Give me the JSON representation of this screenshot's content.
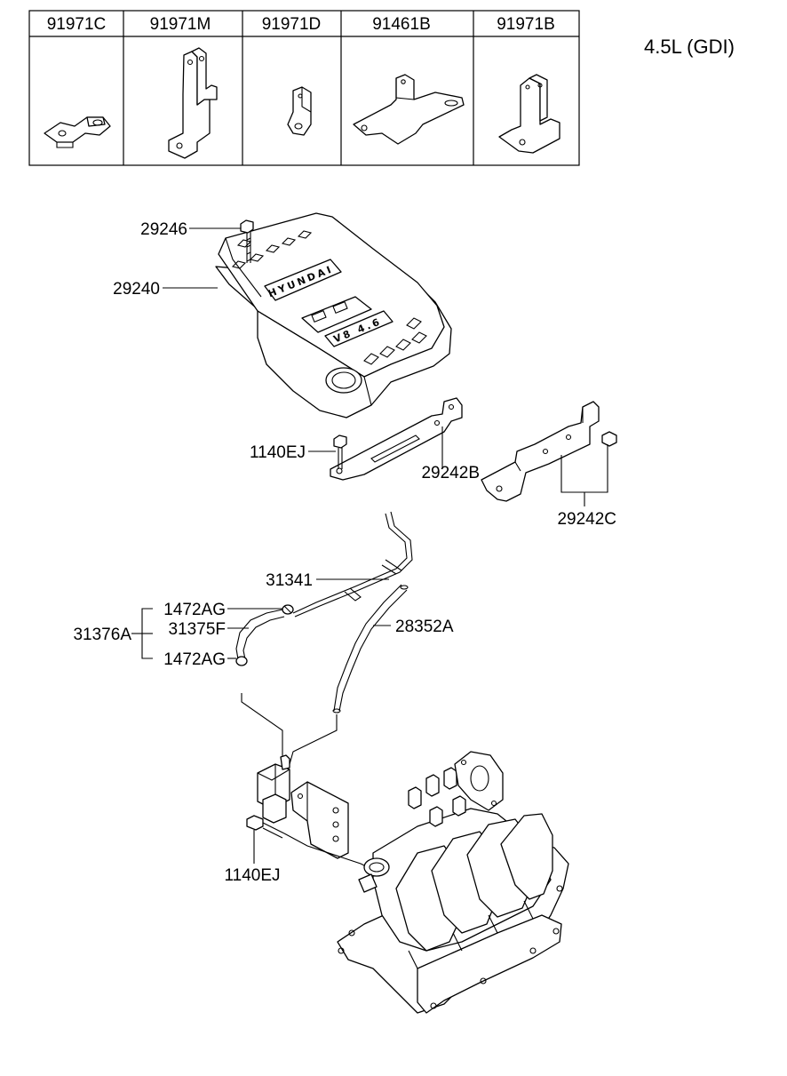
{
  "engine_label": "4.5L (GDI)",
  "header_parts": [
    "91971C",
    "91971M",
    "91971D",
    "91461B",
    "91971B"
  ],
  "callouts": {
    "bolt_cover": "29246",
    "engine_cover": "29240",
    "bolt_bracket": "1140EJ",
    "bracket_b": "29242B",
    "bracket_c": "29242C",
    "pipe": "31341",
    "clamp_upper": "1472AG",
    "hose": "31375F",
    "hose_assy": "31376A",
    "clamp_lower": "1472AG",
    "vacuum_hose": "28352A",
    "bolt_manifold": "1140EJ"
  },
  "cover_markings": {
    "brand": "HYUNDAI",
    "engine": "V8 4.6"
  }
}
